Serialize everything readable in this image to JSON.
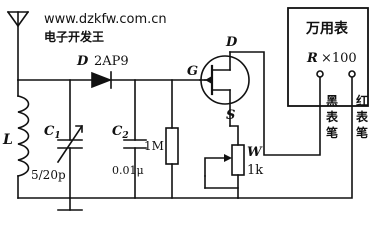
{
  "watermark": {
    "url": "www.dzkfw.com.cn",
    "site_name": "电子开发王"
  },
  "components": {
    "diode": {
      "ref": "D",
      "part": "2AP9"
    },
    "inductor": {
      "ref": "L"
    },
    "c1": {
      "ref": "C",
      "sub": "1",
      "value": "5/20p"
    },
    "c2": {
      "ref": "C",
      "sub": "2",
      "value": "0.01μ"
    },
    "resistor": {
      "value": "1M"
    },
    "potentiometer": {
      "ref": "W",
      "value": "1k"
    },
    "fet": {
      "gate": "G",
      "drain": "D",
      "source": "S"
    }
  },
  "meter": {
    "title": "万用表",
    "range_prefix": "R",
    "range_mult": "×100",
    "black_lead_chars": [
      "黑",
      "表",
      "笔"
    ],
    "red_lead_chars": [
      "红",
      "表",
      "笔"
    ]
  }
}
